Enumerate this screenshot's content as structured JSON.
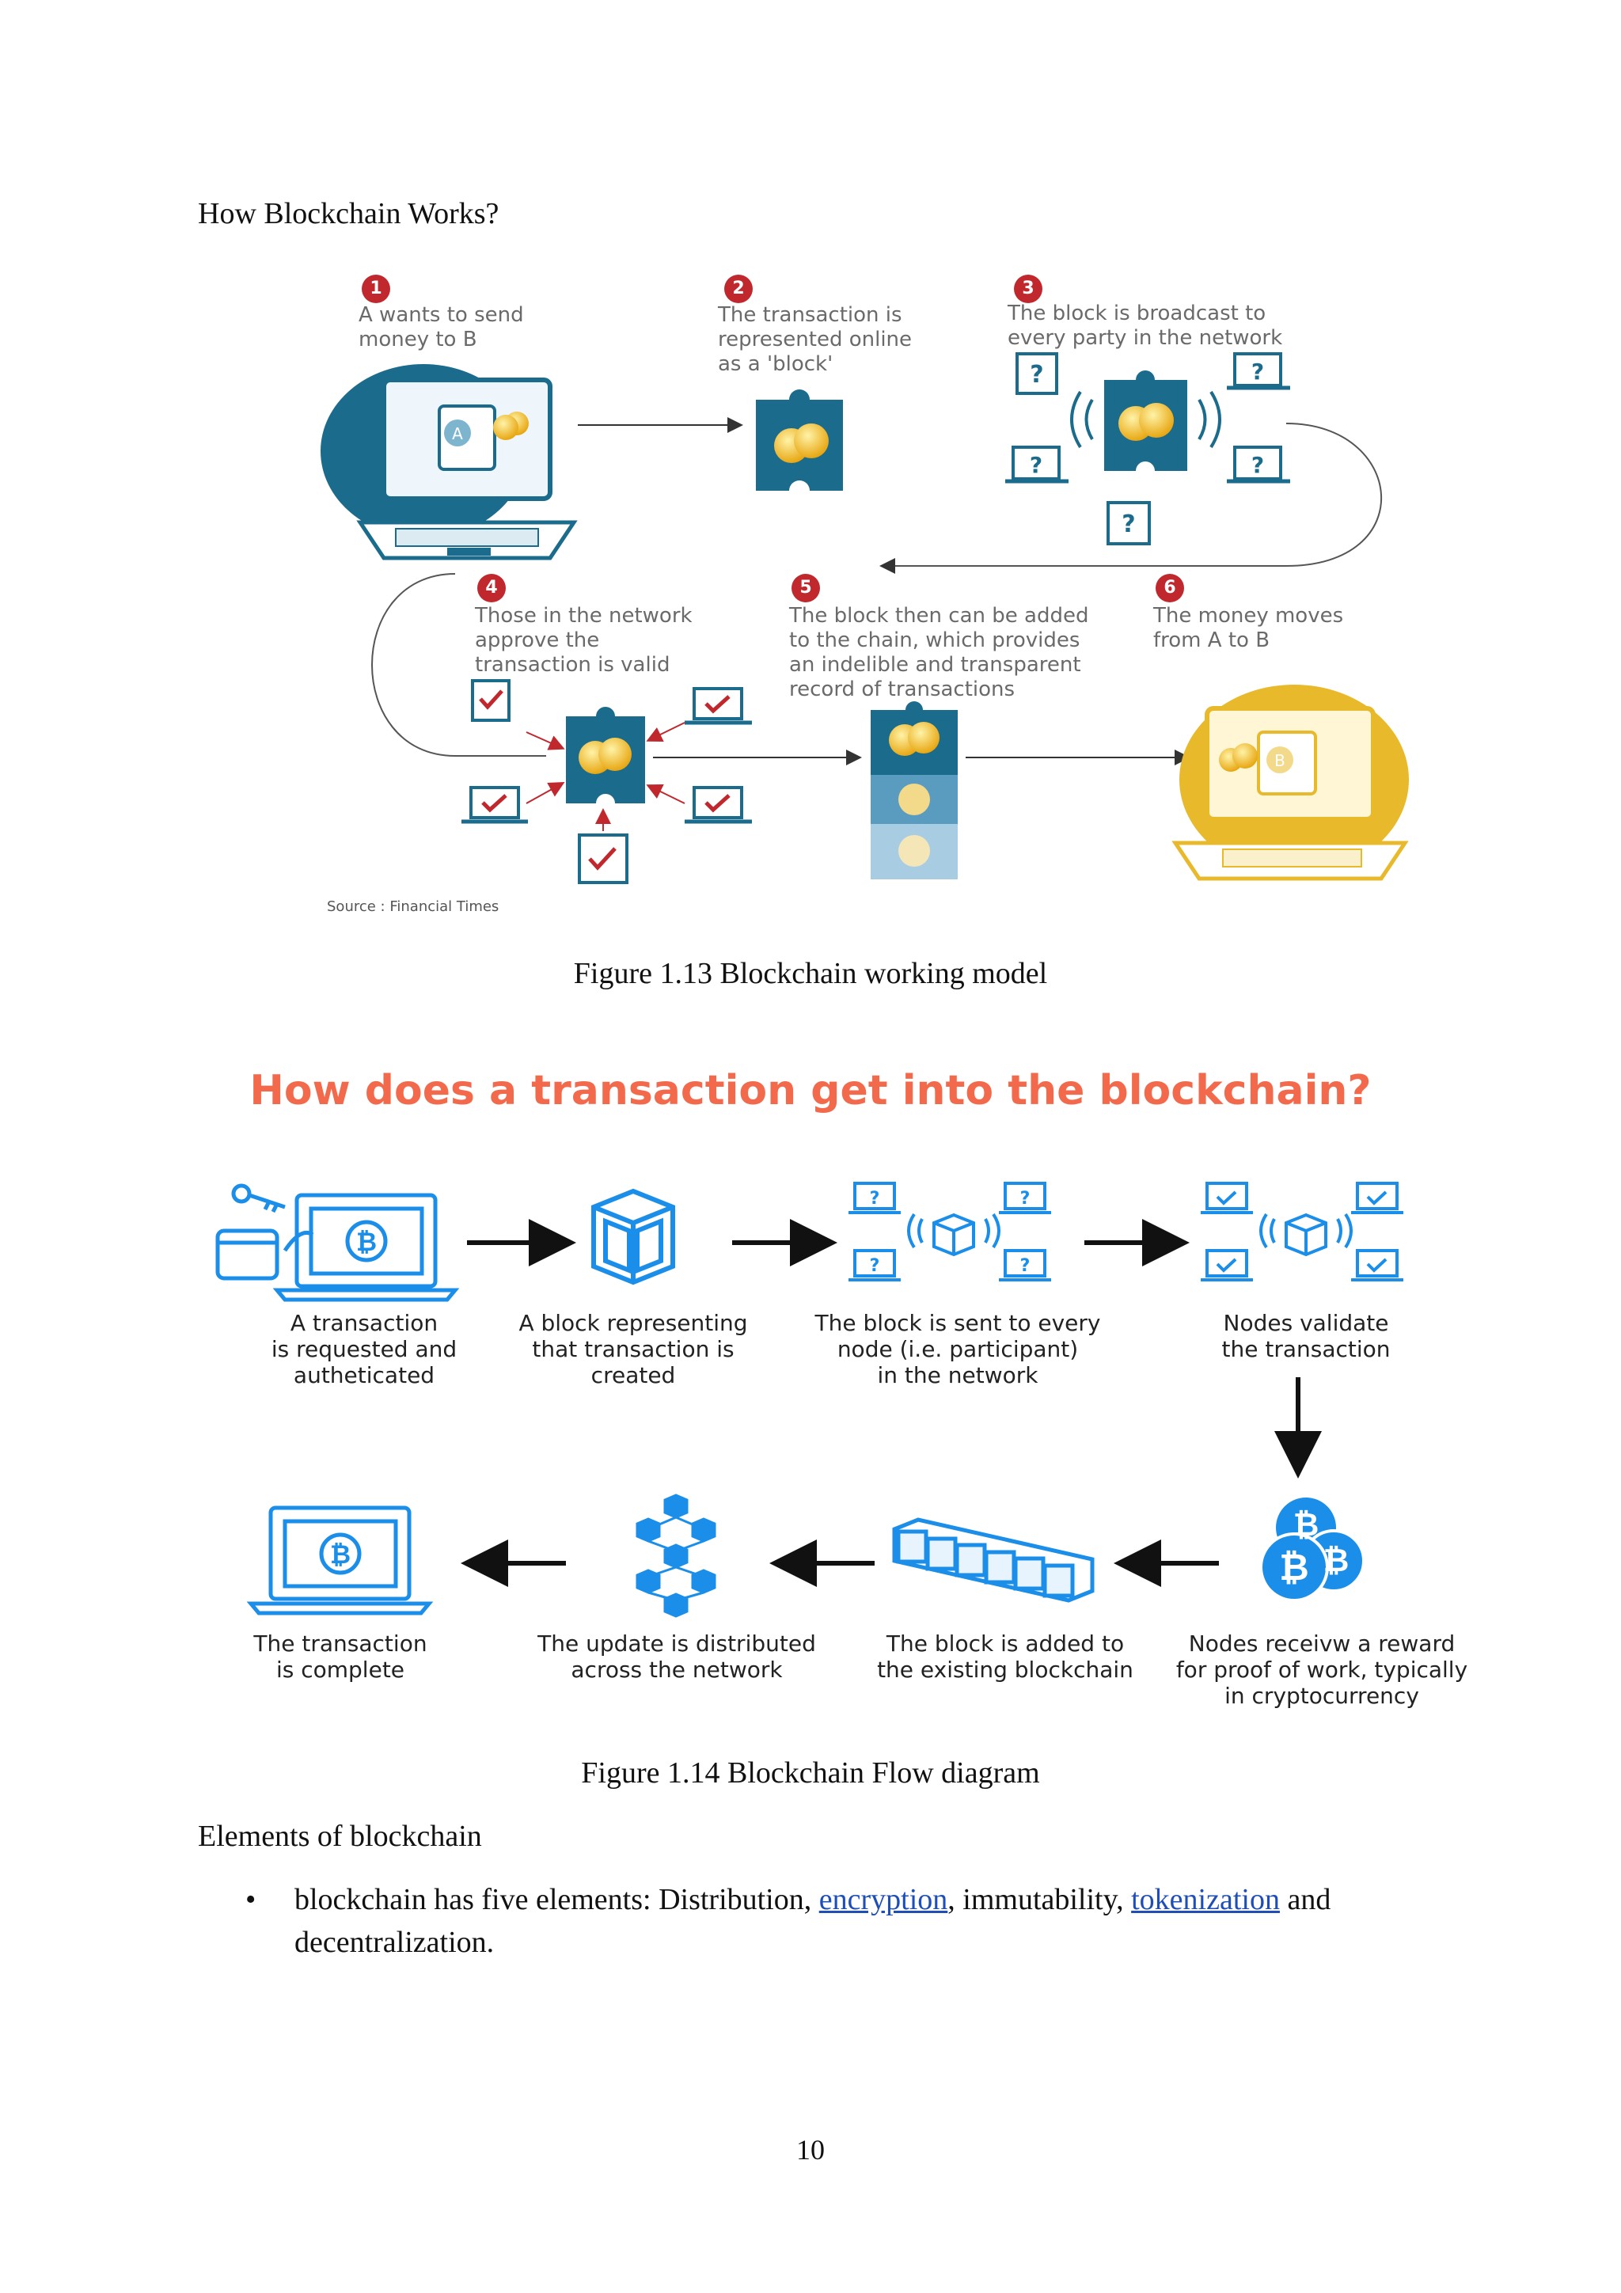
{
  "section_heading": "How Blockchain Works?",
  "figure1": {
    "steps": [
      {
        "num": "1",
        "text": "A wants to send\nmoney to B"
      },
      {
        "num": "2",
        "text": "The transaction is\nrepresented online\nas a 'block'"
      },
      {
        "num": "3",
        "text": "The block is broadcast to\nevery party in the network"
      },
      {
        "num": "4",
        "text": "Those in the network\napprove the\ntransaction is valid"
      },
      {
        "num": "5",
        "text": "The block then can be added\nto the chain, which provides\nan indelible and transparent\nrecord of transactions"
      },
      {
        "num": "6",
        "text": "The money moves\nfrom A to B"
      }
    ],
    "laptop_a_label": "A",
    "laptop_b_label": "B",
    "question_mark": "?",
    "source": "Source : Financial Times",
    "caption": "Figure 1.13 Blockchain working model",
    "colors": {
      "navy": "#1b6b8c",
      "red": "#c0282d",
      "gold": "#e8b92a"
    }
  },
  "figure2": {
    "title": "How does a transaction get into the blockchain?",
    "steps": [
      {
        "text": "A transaction\nis requested and\nautheticated"
      },
      {
        "text": "A block representing\nthat transaction is\ncreated"
      },
      {
        "text": "The block is sent to every\nnode (i.e. participant)\nin the network"
      },
      {
        "text": "Nodes validate\nthe transaction"
      },
      {
        "text": "Nodes receivw a reward\nfor proof of work, typically\nin cryptocurrency"
      },
      {
        "text": "The block is added to\nthe existing blockchain"
      },
      {
        "text": "The update is distributed\nacross the network"
      },
      {
        "text": "The transaction\nis complete"
      }
    ],
    "caption": "Figure 1.14 Blockchain Flow diagram",
    "colors": {
      "blue": "#1a8ee8",
      "title": "#f26a4b"
    }
  },
  "elements_heading": "Elements of blockchain",
  "bullet": {
    "symbol": "•",
    "part1": "blockchain has five elements: Distribution, ",
    "link1": "encryption",
    "part2": ", immutability, ",
    "link2": "tokenization",
    "part3": " and",
    "line2": "decentralization."
  },
  "page_number": "10"
}
